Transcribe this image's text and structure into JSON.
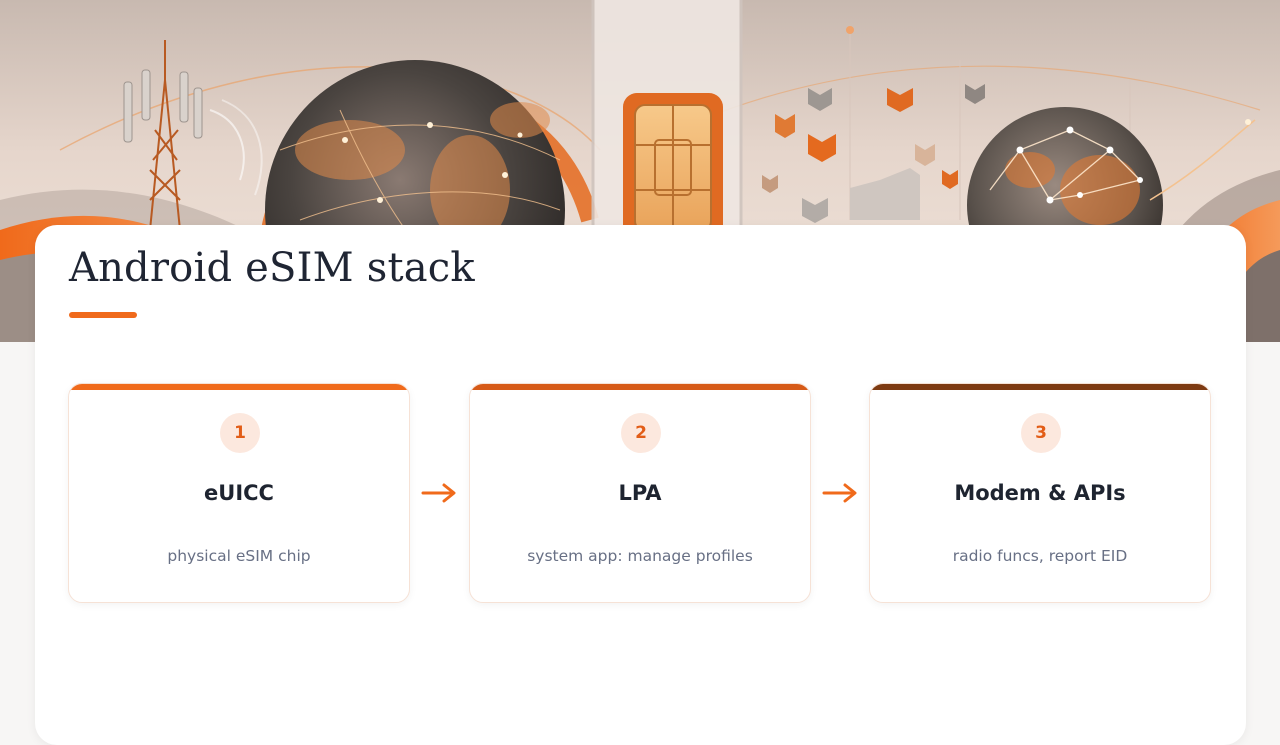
{
  "slide": {
    "title": "Android eSIM stack",
    "accent_color": "#f06a1b"
  },
  "hero": {
    "image": "decorative banner: cell tower, globes, SIM chip, cubes"
  },
  "steps": [
    {
      "number": "1",
      "name": "eUICC",
      "description": "physical eSIM chip",
      "bar_color": "#f06a1b"
    },
    {
      "number": "2",
      "name": "LPA",
      "description": "system app: manage profiles",
      "bar_color": "#d65a17"
    },
    {
      "number": "3",
      "name": "Modem & APIs",
      "description": "radio funcs, report EID",
      "bar_color": "#7d3a12"
    }
  ],
  "connector_icon": "arrow-right-icon"
}
